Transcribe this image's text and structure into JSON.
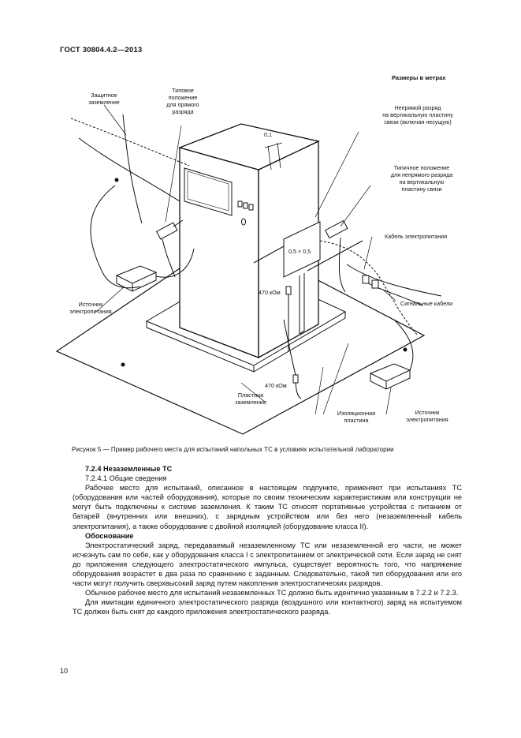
{
  "header": {
    "doc_id": "ГОСТ 30804.4.2—2013"
  },
  "figure": {
    "units_note": "Размеры в метрах",
    "labels": {
      "protective_ground_1": "Защитное",
      "protective_ground_2": "заземление",
      "direct_pos_1": "Типовое",
      "direct_pos_2": "положение",
      "direct_pos_3": "для прямого",
      "direct_pos_4": "разряда",
      "dim_01": "0,1",
      "indirect_1": "Непрямой разряд",
      "indirect_2": "на вертикальную пластину",
      "indirect_3": "связи (включая несущую)",
      "typical_1": "Типичное положение",
      "typical_2": "для непрямого разряда",
      "typical_3": "на вертикальную",
      "typical_4": "пластину связи",
      "power_cable": "Кабель электропитания",
      "plate_size": "0,5 × 0,5",
      "res_1": "470 кОм",
      "signal_cables": "Сигнальные кабели",
      "source_left_1": "Источник",
      "source_left_2": "электропитания",
      "res_2": "470 кОм",
      "ground_plate_1": "Пластина",
      "ground_plate_2": "заземления",
      "insul_1": "Изоляционная",
      "insul_2": "пластина",
      "source_right_1": "Источник",
      "source_right_2": "электропитания"
    },
    "caption": "Рисунок 5 — Пример рабочего места для испытаний напольных ТС в условиях испытательной лаборатории"
  },
  "body": {
    "section_title": "7.2.4 Незаземленные ТС",
    "subsection": "7.2.4.1 Общие сведения",
    "para1": "Рабочее место для испытаний, описанное в настоящем подпункте, применяют при испытаниях ТС (оборудования или частей оборудования), которые по своим техническим характеристикам или конструкции не могут быть подключены к системе заземления. К таким ТС относят портативные устройства с питанием от батарей (внутренних или внешних), с зарядным устройством или без него (незаземленный кабель электропитания), а также оборудование с двойной изоляцией (оборудование класса II).",
    "rationale_title": "Обоснование",
    "para2": "Электростатический заряд, передаваемый незаземленному ТС или незаземленной его части, не может исчезнуть сам по себе, как у оборудования класса I с электропитанием от электрической сети. Если заряд не снят до приложения следующего электростатического импульса, существует вероятность того, что напряжение оборудования возрастет в два раза по сравнению с заданным. Следовательно, такой тип оборудования или его части могут получить сверхвысокий заряд путем накопления электростатических разрядов.",
    "para3": "Обычное рабочее место для испытаний незаземленных ТС должно быть идентично указанным в 7.2.2 и 7.2.3.",
    "para4": "Для имитации единичного электростатического разряда (воздушного или контактного) заряд на испытуемом ТС должен быть снят до каждого приложения электростатического разряда."
  },
  "page_number": "10"
}
